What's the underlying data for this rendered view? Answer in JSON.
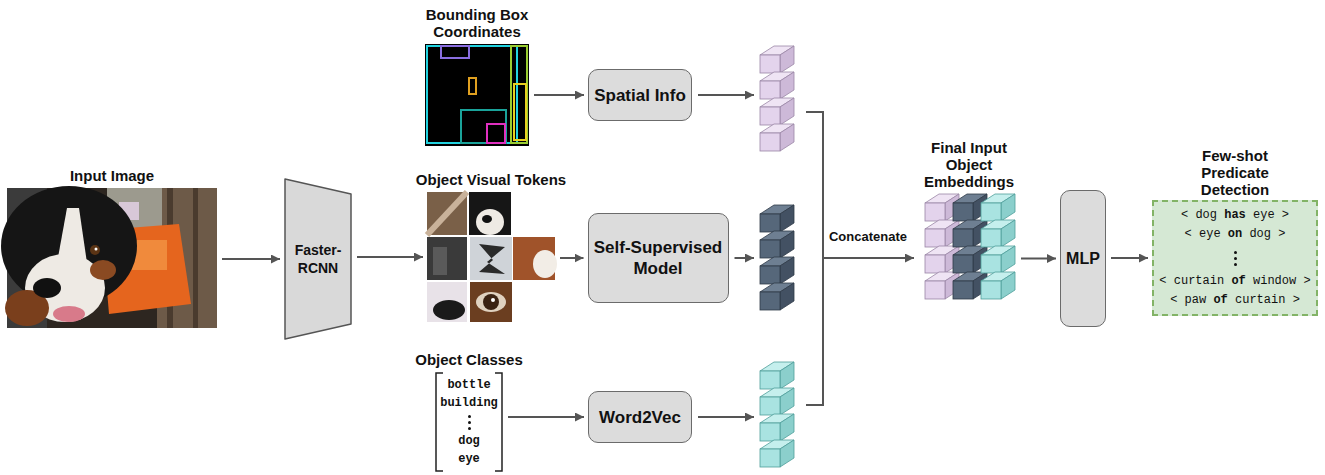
{
  "diagram": {
    "nodes": [
      {
        "text": [
          "Input Image"
        ]
      },
      {
        "text": [
          "Faster- RCNN"
        ]
      },
      {
        "text": [
          "Bounding Box Coordinates"
        ]
      },
      {
        "text": [
          "Object Visual Tokens"
        ]
      },
      {
        "text": [
          "Object Classes",
          "bottle",
          "building",
          "dog",
          "eye"
        ]
      },
      {
        "text": [
          "Spatial Info"
        ]
      },
      {
        "text": [
          "Self-Supervised Model"
        ]
      },
      {
        "text": [
          "Word2Vec"
        ]
      },
      {
        "text": [
          "Final Input Object Embeddings"
        ]
      },
      {
        "text": [
          "MLP"
        ]
      },
      {
        "text": [
          "Few-shot Predicate Detection",
          "< dog has eye >",
          "< eye on dog >",
          "< curtain of window >",
          "< paw of curtain >"
        ]
      }
    ],
    "edges": [
      {
        "from": 0,
        "to": 1,
        "arrow": "to"
      },
      {
        "from": 1,
        "to": 3,
        "arrow": "to"
      },
      {
        "from": 2,
        "to": 5,
        "arrow": "to"
      },
      {
        "from": 3,
        "to": 6,
        "arrow": "to"
      },
      {
        "from": 4,
        "to": 7,
        "arrow": "to"
      },
      {
        "from": 8,
        "to": 9,
        "arrow": "to"
      },
      {
        "from": 9,
        "to": 10,
        "arrow": "to"
      }
    ],
    "labels": [
      "Concatenate"
    ]
  }
}
